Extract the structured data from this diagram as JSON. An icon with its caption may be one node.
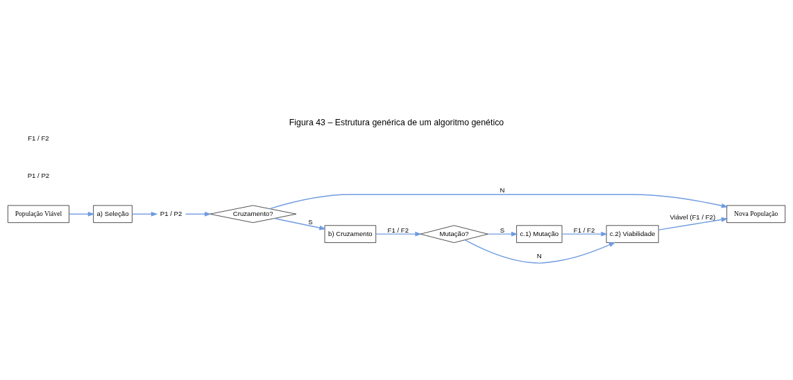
{
  "diagram": {
    "title": "Figura 43 – Estrutura genérica de um algoritmo genético",
    "nodes": [
      {
        "text": [
          "População Viável"
        ]
      },
      {
        "text": [
          "a) Seleção"
        ]
      },
      {
        "text": [
          "P1 / P2"
        ]
      },
      {
        "text": [
          "Cruzamento?"
        ]
      },
      {
        "text": [
          "Nova População"
        ]
      },
      {
        "text": [
          "b) Cruzamento"
        ]
      },
      {
        "text": [
          "Mutação?"
        ]
      },
      {
        "text": [
          "c.1) Mutação"
        ]
      },
      {
        "text": [
          "c.2) Viabilidade"
        ]
      }
    ],
    "edges": [
      {
        "from": 0,
        "to": 1,
        "arrow": "to"
      },
      {
        "from": 1,
        "to": 2,
        "arrow": "to"
      },
      {
        "from": 2,
        "to": 3,
        "arrow": "to"
      },
      {
        "from": 3,
        "to": 4,
        "arrow": "to",
        "label": "N"
      },
      {
        "from": 3,
        "to": 5,
        "arrow": "to",
        "label": "S"
      },
      {
        "from": 5,
        "to": 6,
        "arrow": "to",
        "label": "F1 / F2"
      },
      {
        "from": 6,
        "to": 8,
        "arrow": "to",
        "label": "N"
      },
      {
        "from": 6,
        "to": 7,
        "arrow": "to",
        "label": "S"
      },
      {
        "from": 7,
        "to": 8,
        "arrow": "to",
        "label": "F1 / F2"
      },
      {
        "from": 8,
        "to": 4,
        "arrow": "to",
        "label": "Viável (F1 / F2)"
      }
    ],
    "labels": [
      "P1 / P2",
      "F1 / F2"
    ]
  }
}
